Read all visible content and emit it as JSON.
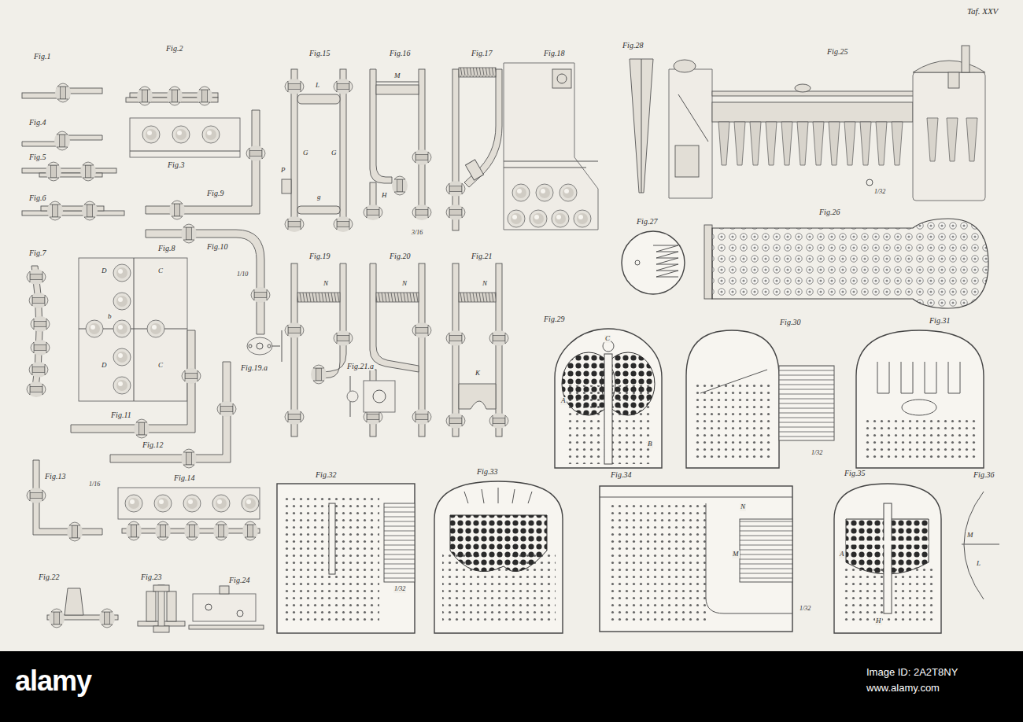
{
  "diagram": {
    "labels": [
      "Taf. XXV",
      "Fig.1",
      "Fig.2",
      "Fig.3",
      "Fig.4",
      "Fig.5",
      "Fig.6",
      "Fig.7",
      "Fig.8",
      "Fig.9",
      "Fig.10",
      "Fig.11",
      "Fig.12",
      "Fig.13",
      "Fig.14",
      "Fig.15",
      "Fig.16",
      "Fig.17",
      "Fig.18",
      "Fig.19",
      "Fig.20",
      "Fig.21",
      "Fig.19.a",
      "Fig.21.a",
      "Fig.22",
      "Fig.23",
      "Fig.24",
      "Fig.25",
      "Fig.26",
      "Fig.27",
      "Fig.28",
      "Fig.29",
      "Fig.30",
      "Fig.31",
      "Fig.32",
      "Fig.33",
      "Fig.34",
      "Fig.35",
      "Fig.36",
      "1/10",
      "3/16",
      "1/16",
      "1/32",
      "1/32",
      "1/32",
      "1/32",
      "D",
      "C",
      "b",
      "D",
      "C",
      "L",
      "G",
      "G",
      "g",
      "P",
      "M",
      "H",
      "N",
      "N",
      "N",
      "K",
      "C",
      "A",
      "B",
      "N",
      "M",
      "A",
      "H",
      "M",
      "L",
      "alamy",
      "Image ID: 2A2T8NY",
      "www.alamy.com"
    ]
  }
}
